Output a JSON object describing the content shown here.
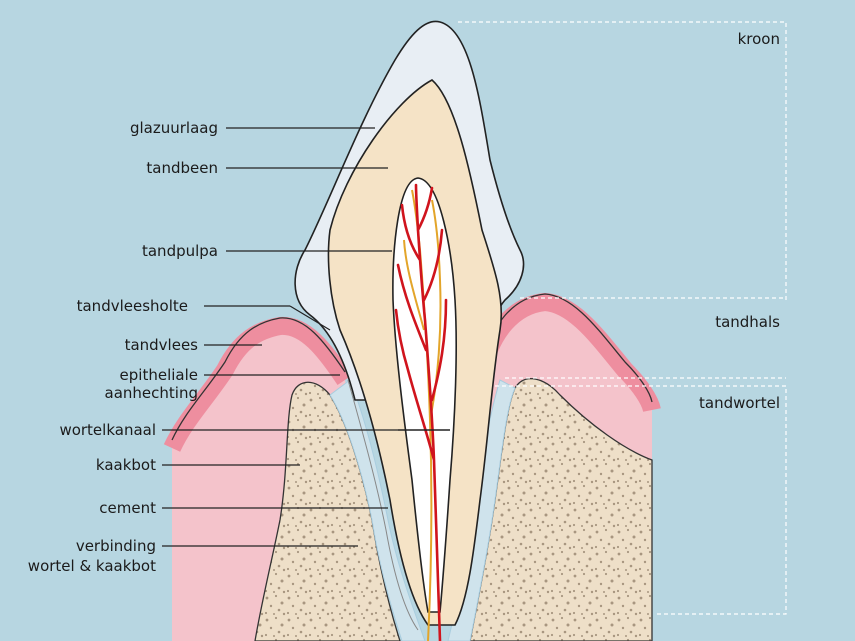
{
  "labels": {
    "enamel": "glazuurlaag",
    "dentin": "tandbeen",
    "pulp": "tandpulpa",
    "gum_pocket": "tandvleesholte",
    "gum": "tandvlees",
    "epithelial_line1": "epitheliale",
    "epithelial_line2": "aanhechting",
    "root_canal": "wortelkanaal",
    "jawbone": "kaakbot",
    "cementum": "cement",
    "ligament_line1": "verbinding",
    "ligament_line2": "wortel & kaakbot"
  },
  "regions": {
    "crown": "kroon",
    "neck": "tandhals",
    "root": "tandwortel"
  },
  "colors": {
    "background": "#b7d6e1",
    "enamel": "#e8eef4",
    "dentin": "#f5e3c6",
    "pulp": "#ffffff",
    "artery": "#d0141d",
    "nerve": "#e3a52a",
    "gum": "#ee8e9f",
    "gum_deep": "#f4c3cb",
    "bone": "#eedfc8",
    "ligament": "#a9cddf"
  }
}
